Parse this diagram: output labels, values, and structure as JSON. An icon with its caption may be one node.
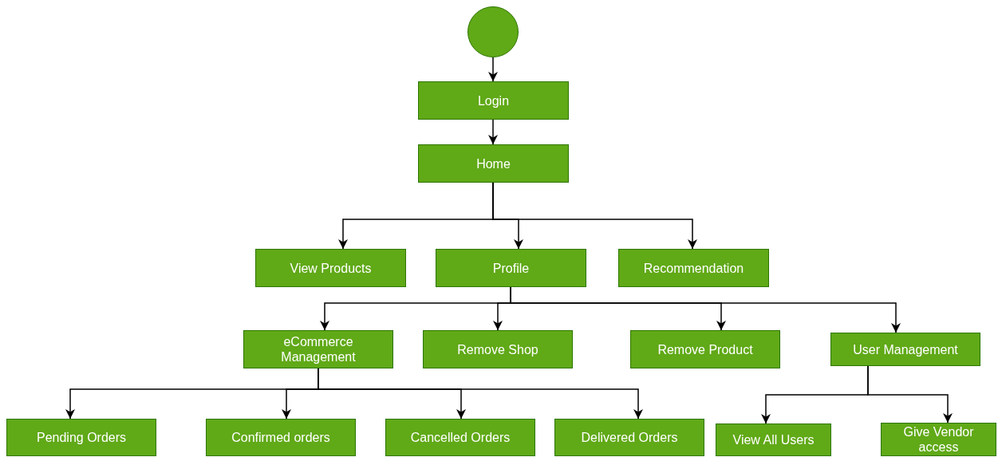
{
  "diagram": {
    "nodes": [
      {
        "text": [],
        "shape": "circle"
      },
      {
        "text": [
          "Login"
        ]
      },
      {
        "text": [
          "Home"
        ]
      },
      {
        "text": [
          "View Products"
        ]
      },
      {
        "text": [
          "Profile"
        ]
      },
      {
        "text": [
          "Recommendation"
        ]
      },
      {
        "text": [
          "eCommerce Management"
        ]
      },
      {
        "text": [
          "Remove Shop"
        ]
      },
      {
        "text": [
          "Remove Product"
        ]
      },
      {
        "text": [
          "User Management"
        ]
      },
      {
        "text": [
          "Pending Orders"
        ]
      },
      {
        "text": [
          "Confirmed orders"
        ]
      },
      {
        "text": [
          "Cancelled Orders"
        ]
      },
      {
        "text": [
          "Delivered Orders"
        ]
      },
      {
        "text": [
          "View All Users"
        ]
      },
      {
        "text": [
          "Give Vendor access"
        ]
      }
    ],
    "edges": [
      {
        "from": 0,
        "to": 1,
        "arrow": "to"
      },
      {
        "from": 1,
        "to": 2,
        "arrow": "to"
      },
      {
        "from": 2,
        "to": 3,
        "arrow": "to"
      },
      {
        "from": 2,
        "to": 4,
        "arrow": "to"
      },
      {
        "from": 2,
        "to": 5,
        "arrow": "to"
      },
      {
        "from": 4,
        "to": 6,
        "arrow": "to"
      },
      {
        "from": 4,
        "to": 7,
        "arrow": "to"
      },
      {
        "from": 4,
        "to": 8,
        "arrow": "to"
      },
      {
        "from": 4,
        "to": 9,
        "arrow": "to"
      },
      {
        "from": 6,
        "to": 10,
        "arrow": "to"
      },
      {
        "from": 6,
        "to": 11,
        "arrow": "to"
      },
      {
        "from": 6,
        "to": 12,
        "arrow": "to"
      },
      {
        "from": 6,
        "to": 13,
        "arrow": "to"
      },
      {
        "from": 9,
        "to": 14,
        "arrow": "to"
      },
      {
        "from": 9,
        "to": 15,
        "arrow": "to"
      }
    ]
  }
}
